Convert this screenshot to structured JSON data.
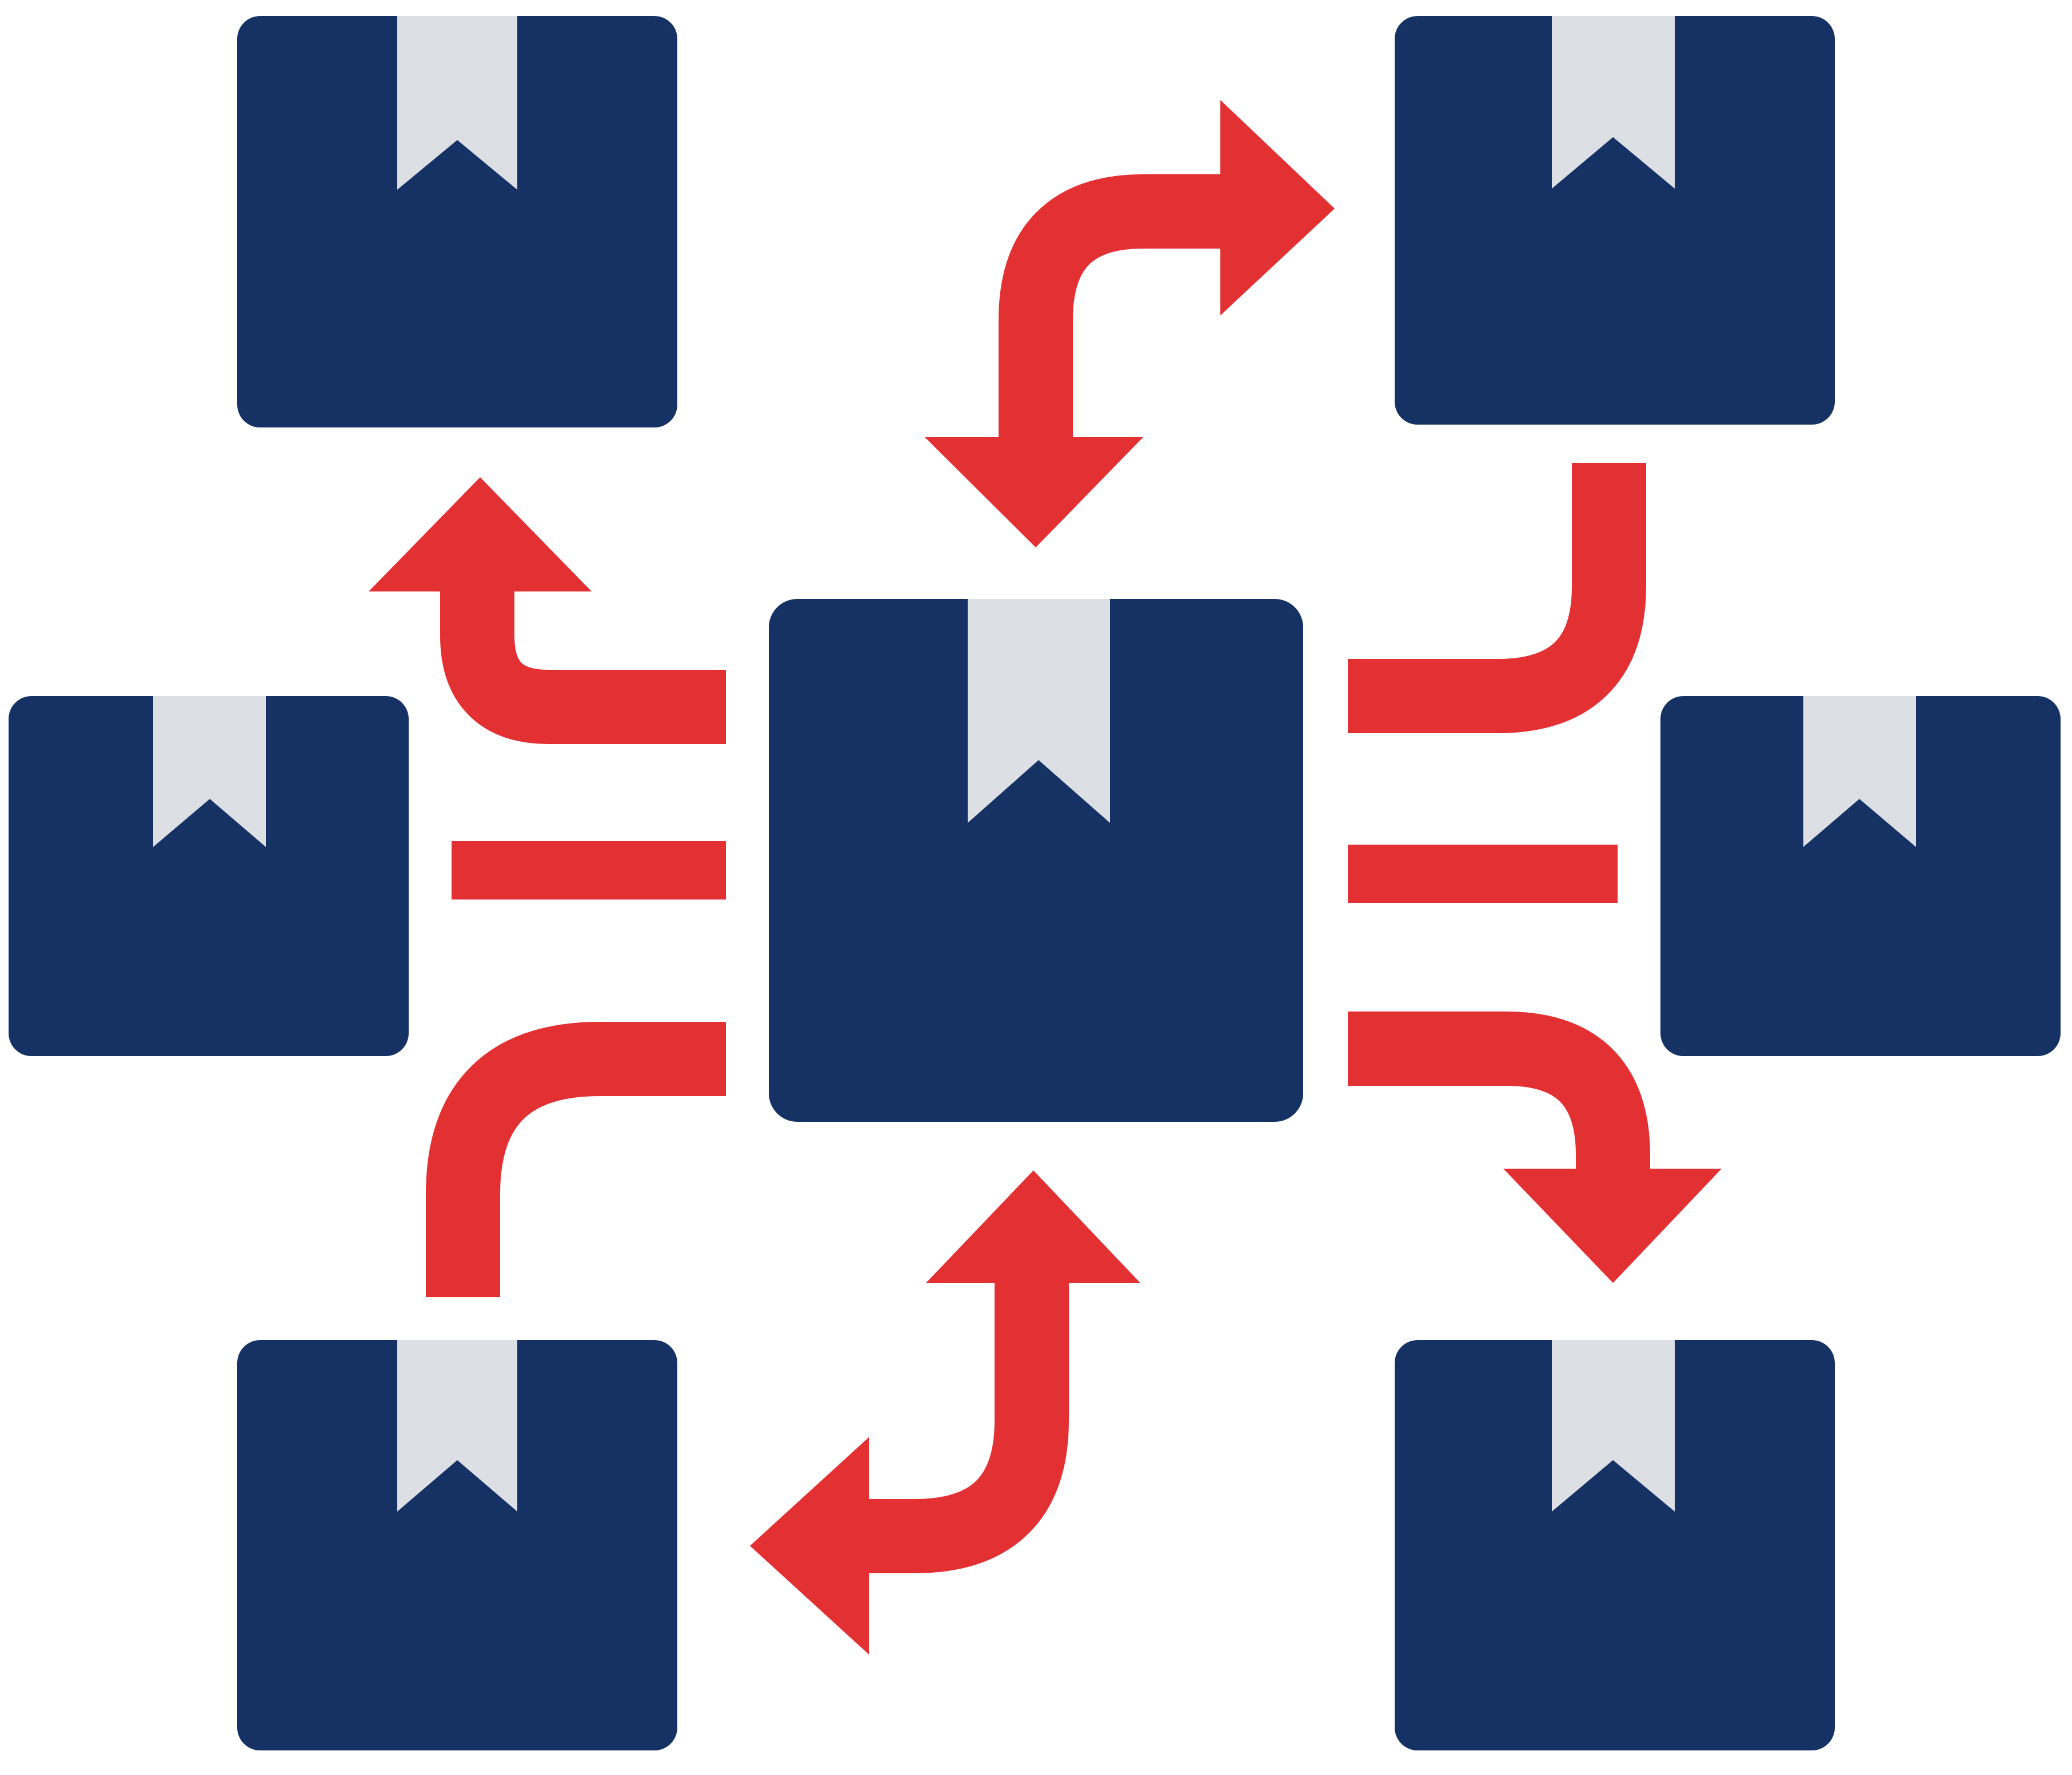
{
  "diagram": {
    "type": "distribution-network-icon",
    "colors": {
      "background": "#ffffff",
      "box": "#163264",
      "tape": "#dcdfe4",
      "arrow": "#e33033"
    },
    "nodes": [
      {
        "id": "hub",
        "role": "central-package"
      },
      {
        "id": "top-left",
        "role": "package"
      },
      {
        "id": "top-right",
        "role": "package"
      },
      {
        "id": "mid-left",
        "role": "package"
      },
      {
        "id": "mid-right",
        "role": "package"
      },
      {
        "id": "bottom-left",
        "role": "package"
      },
      {
        "id": "bottom-right",
        "role": "package"
      }
    ],
    "connectors": [
      {
        "from": "hub",
        "to": "top-left",
        "style": "one-way-arrow"
      },
      {
        "from": "hub",
        "to": "top-right",
        "style": "two-way-arrow"
      },
      {
        "from": "hub",
        "to": "mid-left",
        "style": "line"
      },
      {
        "from": "hub",
        "to": "mid-right",
        "style": "line"
      },
      {
        "from": "hub",
        "to": "bottom-left",
        "style": "curved-line"
      },
      {
        "from": "hub",
        "to": "bottom-right",
        "style": "one-way-arrow"
      },
      {
        "from": "hub",
        "to": "bottom-left",
        "style": "two-way-arrow"
      },
      {
        "from": "hub",
        "to": "top-right",
        "style": "curved-line"
      }
    ]
  }
}
